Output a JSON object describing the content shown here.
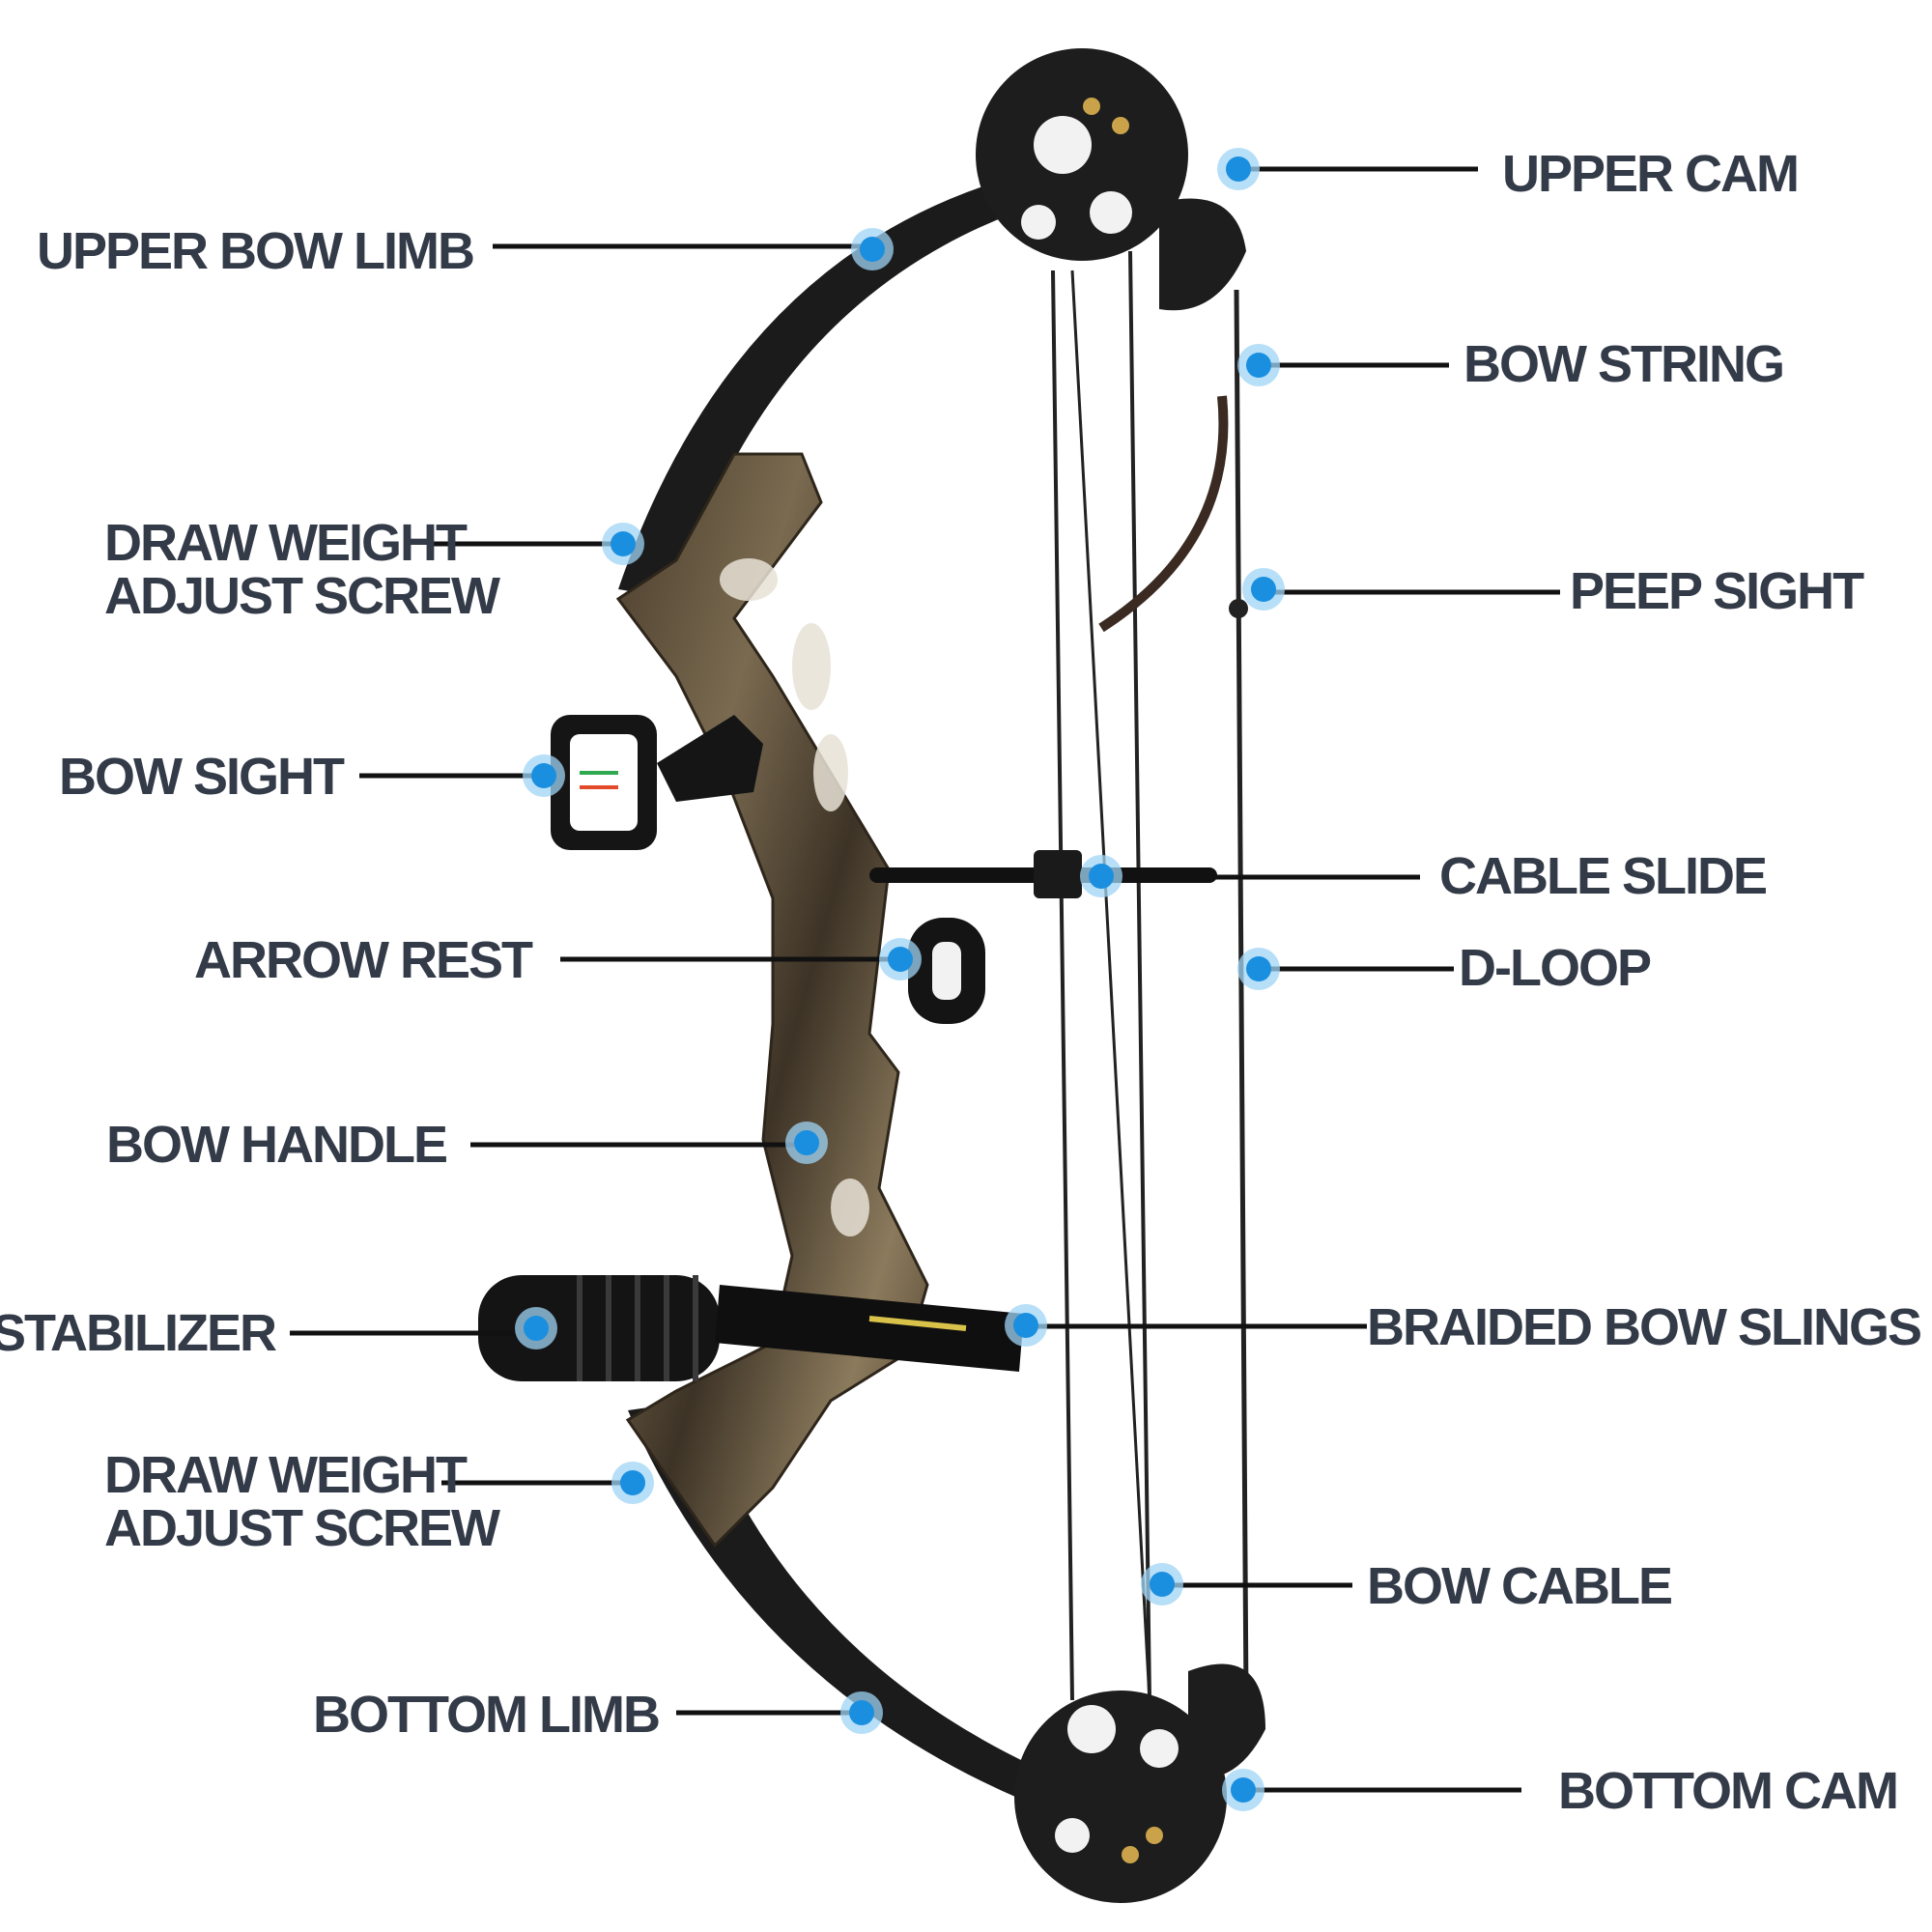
{
  "labels": {
    "upper_bow_limb": "UPPER BOW LIMB",
    "draw_weight_top_1": "DRAW WEIGHT",
    "draw_weight_top_2": "ADJUST SCREW",
    "bow_sight": "BOW SIGHT",
    "arrow_rest": "ARROW REST",
    "bow_handle": "BOW HANDLE",
    "stabilizer": "STABILIZER",
    "draw_weight_bottom_1": "DRAW WEIGHT",
    "draw_weight_bottom_2": "ADJUST SCREW",
    "bottom_limb": "BOTTOM LIMB",
    "upper_cam": "UPPER CAM",
    "bow_string": "BOW STRING",
    "peep_sight": "PEEP SIGHT",
    "cable_slide": "CABLE SLIDE",
    "d_loop": "D-LOOP",
    "braided_bow_slings": "BRAIDED BOW SLINGS",
    "bow_cable": "BOW CABLE",
    "bottom_cam": "BOTTOM CAM"
  },
  "colors": {
    "label_text": "#343b48",
    "marker_blue": "#1a8fe0",
    "riser_camo": "#6b5a45",
    "limb_black": "#1b1b1b"
  }
}
